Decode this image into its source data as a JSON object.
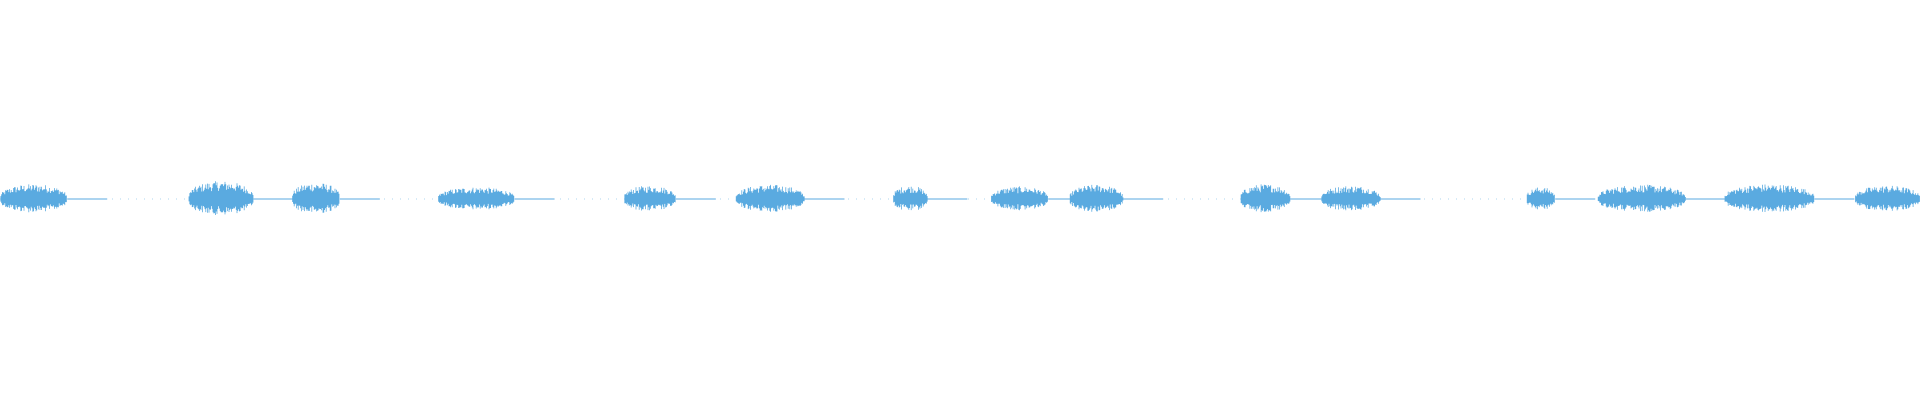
{
  "waveform": {
    "color": "#5aaae0",
    "background": "#ffffff",
    "segments": [
      {
        "start": 0.0,
        "end": 0.035,
        "amp": 0.5
      },
      {
        "start": 0.098,
        "end": 0.132,
        "amp": 0.6
      },
      {
        "start": 0.152,
        "end": 0.177,
        "amp": 0.55
      },
      {
        "start": 0.228,
        "end": 0.268,
        "amp": 0.4
      },
      {
        "start": 0.325,
        "end": 0.352,
        "amp": 0.45
      },
      {
        "start": 0.383,
        "end": 0.419,
        "amp": 0.48
      },
      {
        "start": 0.465,
        "end": 0.483,
        "amp": 0.45
      },
      {
        "start": 0.516,
        "end": 0.546,
        "amp": 0.42
      },
      {
        "start": 0.557,
        "end": 0.585,
        "amp": 0.48
      },
      {
        "start": 0.646,
        "end": 0.672,
        "amp": 0.5
      },
      {
        "start": 0.688,
        "end": 0.719,
        "amp": 0.45
      },
      {
        "start": 0.795,
        "end": 0.81,
        "amp": 0.4
      },
      {
        "start": 0.832,
        "end": 0.878,
        "amp": 0.48
      },
      {
        "start": 0.898,
        "end": 0.945,
        "amp": 0.5
      },
      {
        "start": 0.966,
        "end": 1.0,
        "amp": 0.45
      }
    ]
  }
}
